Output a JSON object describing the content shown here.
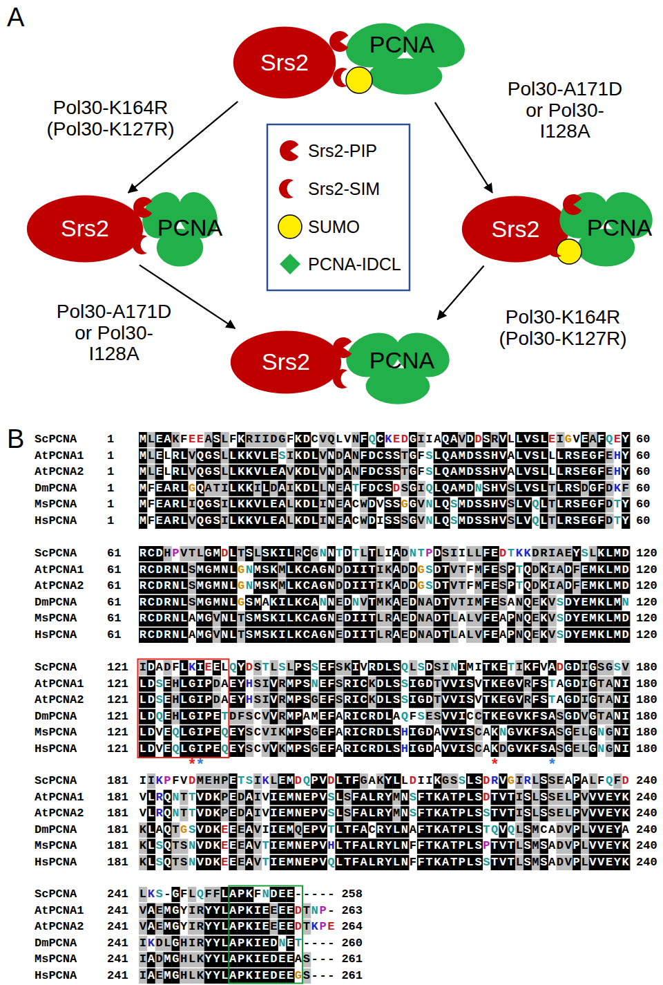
{
  "diagram": {
    "nodes": [
      {
        "text": [
          "Srs2"
        ]
      },
      {
        "text": [
          "PCNA"
        ]
      },
      {
        "text": [
          "Srs2"
        ]
      },
      {
        "text": [
          "PCNA"
        ]
      },
      {
        "text": [
          "Srs2"
        ]
      },
      {
        "text": [
          "PCNA"
        ]
      },
      {
        "text": [
          "Srs2"
        ]
      },
      {
        "text": [
          "PCNA"
        ]
      }
    ],
    "edges": [
      {
        "from": 0,
        "to": 2,
        "arrow": "to",
        "label": "Pol30-K164R (Pol30-K127R)"
      },
      {
        "from": 1,
        "to": 4,
        "arrow": "to",
        "label": "Pol30-A171D or Pol30-I128A"
      },
      {
        "from": 2,
        "to": 6,
        "arrow": "to",
        "label": "Pol30-A171D or Pol30-I128A"
      },
      {
        "from": 4,
        "to": 7,
        "arrow": "to",
        "label": "Pol30-K164R (Pol30-K127R)"
      }
    ],
    "labels": [
      "A",
      "B",
      "ScPCNA",
      "1",
      "MLEAKFEEASLFKRIIDGFKDCVQLVNFQCKEDGIIAQAVDDSRVLLVSLEIGVEAFQEY",
      "60",
      "AtPCNA1",
      "1",
      "MLELRLVQGSLLKKVLESIKDLVNDANFDCSSTGFSLQAMDSSHVALVSLLLRSEGFEHY",
      "60",
      "AtPCNA2",
      "1",
      "MLELRLVQGSLLKKVLEAVKDLVNDANFDCSSTGFSLQAMDSSHVALVSLLLRSEGFEHY",
      "60",
      "DmPCNA",
      "1",
      "MFEARLGQATILKKILDAIKDLLNEATFDCSDSGIQLQAMDNSHVSLVSLTLRSDGFDKF",
      "60",
      "MsPCNA",
      "1",
      "MFEARLIQGSILKKVLEALKDLINEACWDVSSGGVNLQSMDSSHVSLVQLTLRSEGFDTY",
      "60",
      "HsPCNA",
      "1",
      "MFEARLVQGSILKKVLEALKDLINEACWDISSSGVNLQSMDSSHVSLVQLTLRSEGFDTY",
      "60",
      "ScPCNA",
      "61",
      "RCDHPVTLGMDLTSLSKILRCGNNTDTLTLIADNTPDSIILLFEDTKKDRIAEYSLKLMD",
      "120",
      "AtPCNA1",
      "61",
      "RCDRNLSMGMNLGNMSKMLKCAGNDDIITIKADDGSDTVTFMFESPTQDKIADFEMKLMD",
      "120",
      "AtPCNA2",
      "61",
      "RCDRNLSMGMNLGNMSKMLKCAGNDDIITIKADDGSDTVTFMFESPTQDKIADFEMKLMD",
      "120",
      "DmPCNA",
      "61",
      "RCDRNLSMGMNLGSMAKILKCANNEDNVTMKAEDNADTVTIMFESANQEKVSDYEMKLMN",
      "120",
      "MsPCNA",
      "61",
      "RCDRNLAMGVNLTSMSKILKCAGNEDIITLRAEDNADTLALVFEAPNQEKVSDYEMKLMD",
      "120",
      "HsPCNA",
      "61",
      "RCDRNLAMGVNLTSMSKILKCAGNEDIITLRAEDNADTLALVFEAPNQEKVSDYEMKLMD",
      "120",
      "ScPCNA",
      "121",
      "IDADFLKIEELQYDSTLSLPSSEFSKIVRDLSQLSDSINIMITKETIKFVADGDIGSGSV",
      "180",
      "AtPCNA1",
      "121",
      "LDSEHLGIPDAEYHSIVRMPSNEFSRICKDLSSIGDTVVISVTKEGVRFSTAGDIGTANI",
      "180",
      "AtPCNA2",
      "121",
      "LDSEHLGIPDAEYHSIVRMPSGEFSRICKDLSSIGDTVVISVTKEGVRFSTAGDIGTANI",
      "180",
      "DmPCNA",
      "121",
      "LDQEHLGIPETDFSCVVRMPAMEFARICRDLAQFSESVVICCTKEGVKFSASGDVGTANI",
      "180",
      "MsPCNA",
      "121",
      "LDVEQLGIPEQEYSCVIKMPSGEFARICRDLSHIGDAVVISCAKNGVKFSASGELGNGNI",
      "180",
      "HsPCNA",
      "121",
      "LDVEQLGIPEQEYSCVVKMPSGEFARICRDLSHIGDAVVISCAKDGVKFSASGELGNGNI",
      "180",
      "ScPCNA",
      "181",
      "IIKPFVDMEHPETSIKLEMDQPVDLTFGAKYLLDIIKGSSLSDRVGIRLSSEAPALFQFD",
      "240",
      "AtPCNA1",
      "181",
      "VLRQNTTVDKPEDAIVIEMNEPVSLSFALRYMNSFTKATPLSDTVTISLSSELPVVVEYK",
      "240",
      "AtPCNA2",
      "181",
      "VLRQNTTVDKPEDAIVIEMNEPVSLSFALRYMNSFTKATPLSSTVTISLSSELPVVVEYK",
      "240",
      "DmPCNA",
      "181",
      "KLAQTGSVDKEEEAVIIEMQEPVTLTFACRYLNAFTKATPLSTQVQLSMCADVPLVVEYA",
      "240",
      "MsPCNA",
      "181",
      "KLSQTSNVDKEEEAVTIEMNEPVHLTFALRYLNFFTKATPLSPTVTLSMSADVPLVVEYK",
      "240",
      "HsPCNA",
      "181",
      "KLSQTSNVDKEEEAVTIEMNEPVQLTFALRYLNFFTKATPLSSTVTLSMSADVPLVVEYK",
      "240",
      "ScPCNA",
      "241",
      "LKS-GFLQFFLAPKFNDEE-----",
      "258",
      "AtPCNA1",
      "241",
      "VAEMGYIRYYLAPKIEEEEDTNP-",
      "263",
      "AtPCNA2",
      "241",
      "VAEMGYIRYYLAPKIEEEEDTKPE",
      "264",
      "DmPCNA",
      "241",
      "IKDLGHIRYYLAPKIEDNET----",
      "260",
      "MsPCNA",
      "241",
      "IADMGHLKYYLAPKIEDEEAS---",
      "261",
      "HsPCNA",
      "241",
      "IAEMGHLKYYLAPKIEDEEGS---",
      "261",
      "*",
      "*",
      "*",
      "*"
    ],
    "legend": [
      {
        "text": "Srs2-PIP"
      },
      {
        "text": "Srs2-SIM"
      },
      {
        "text": "SUMO"
      },
      {
        "text": "PCNA-IDCL"
      }
    ]
  }
}
